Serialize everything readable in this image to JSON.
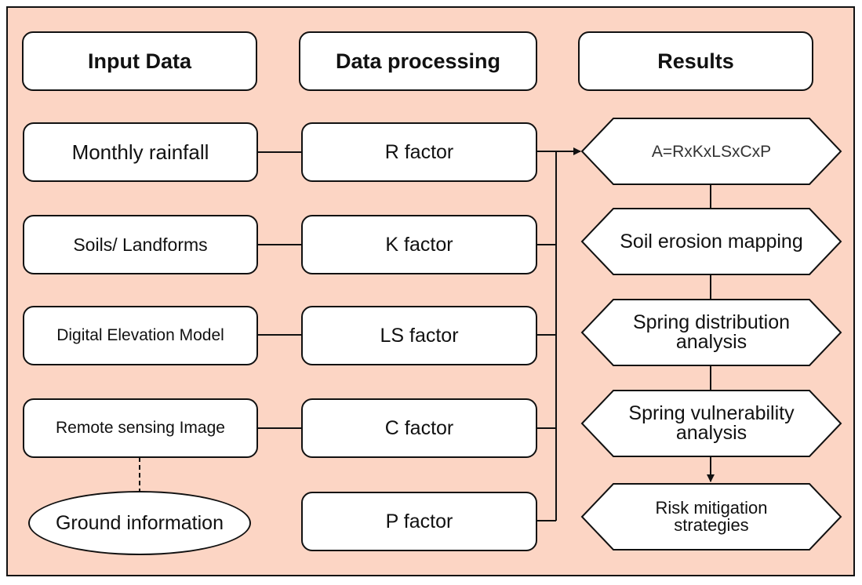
{
  "colors": {
    "background": "#fcd5c4",
    "stroke": "#111111",
    "box_fill": "#ffffff",
    "formula_text": "#333333"
  },
  "headers": {
    "input": "Input Data",
    "processing": "Data processing",
    "results": "Results"
  },
  "inputs": {
    "rainfall": "Monthly rainfall",
    "soils": "Soils/ Landforms",
    "dem": "Digital Elevation Model",
    "remote_sensing": "Remote sensing Image",
    "ground": "Ground information"
  },
  "factors": {
    "r": "R factor",
    "k": "K factor",
    "ls": "LS factor",
    "c": "C factor",
    "p": "P factor"
  },
  "results": {
    "equation": "A=RxKxLSxCxP",
    "erosion": "Soil erosion mapping",
    "spring_dist_1": "Spring distribution",
    "spring_dist_2": "analysis",
    "spring_vuln_1": "Spring vulnerability",
    "spring_vuln_2": "analysis",
    "risk_1": "Risk mitigation",
    "risk_2": "strategies"
  }
}
